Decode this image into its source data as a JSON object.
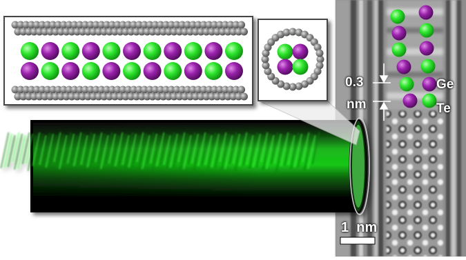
{
  "labels": {
    "spacing_value": "0.3",
    "spacing_unit": "nm",
    "element_ge": "Ge",
    "element_te": "Te",
    "scale_bar": "1  nm"
  },
  "colors": {
    "ge_atom": "#22dd22",
    "te_atom": "#8e1aa0",
    "carbon_atom": "#8c8c8c",
    "tube_glow": "#14c814",
    "background": "#ffffff"
  },
  "panels": [
    "nanotube-side-view-model",
    "nanotube-end-view-model",
    "nanotube-3d-render",
    "electron-micrograph"
  ]
}
